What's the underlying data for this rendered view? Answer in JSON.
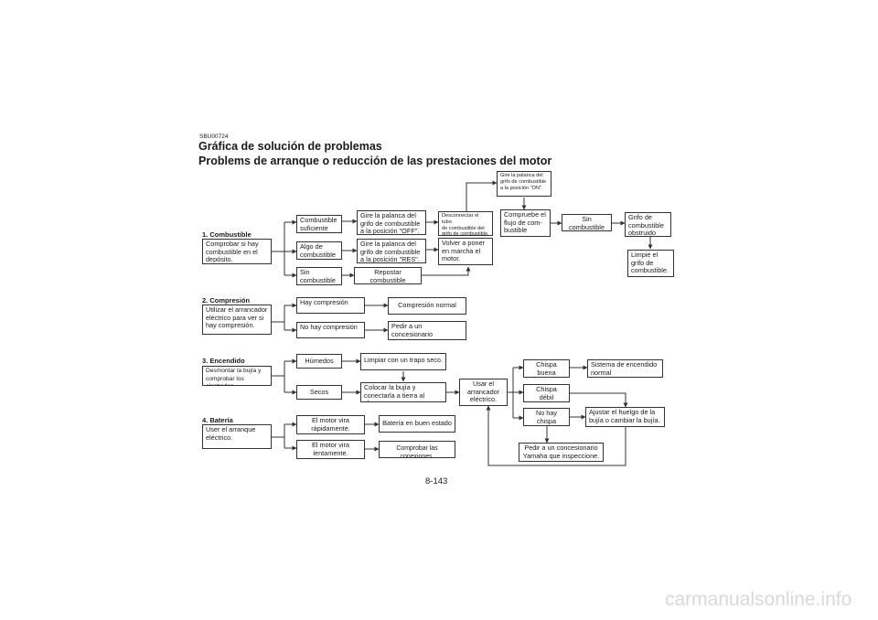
{
  "header": {
    "code": "SBU00724",
    "title": "Gráfica de solución de problemas",
    "subtitle": "Problems de arranque o reducción de las prestaciones del motor"
  },
  "sections": {
    "combustible": "1. Combustible",
    "compresion": "2. Compresión",
    "encendido": "3. Encendido",
    "bateria": "4. Batería"
  },
  "boxes": {
    "comprobar_deposito": "Comprobar si hay\ncombustible en el\ndepósito.",
    "comb_suficiente": "Combustible\nsuficiente",
    "algo_comb": "Algo de\ncombustible",
    "sin_comb": "Sin\ncombustible",
    "gire_off": "Gire la palanca del\ngrifo  de combustible\na la posición \"OFF\".",
    "gire_res": "Gire la palanca del\ngrifo de combustible\na la posición \"RES\".",
    "repostar": "Repostar\ncombustible",
    "desconectar": "Desconnectar el tubo\nde combustible del\ngrifo de combustible.",
    "volver": "Volver a poner\nen marcha el\nmotor.",
    "gire_on": "Gire la palanca del\ngrifo de combustible\na la posición \"ON\".",
    "compruebe_flujo": "Compruebe  el\nflujo  de  com-\nbustible",
    "sin_comb2": "Sin\ncombustible",
    "grifo_obstruido": "Grifo de\ncombustible\nobstruido",
    "limpie_grifo": "Limpie el\ngrifo de\ncombustible.",
    "utilizar_arrancador": "Utilizar  el arrancador\neléctrico para ver si\nhay compresión.",
    "hay_compresion": "Hay compresión",
    "no_hay_compresion": "No hay compresión",
    "compresion_normal": "Compresión normal",
    "pedir_conc1": "Pedir a un concesionario\nYamaha que inspeccione.",
    "desmontar_bujia": "Desmontar   la   bujía  y\ncomprobar los electrodos",
    "humedos": "Húmedos",
    "secos": "Secos",
    "limpiar_trapo": "Limpiar con un trapo seco.",
    "colocar_bujia": "Colocar la bujía y\nconectarla a tierra al chasis.",
    "usar_arrancador": "Usar el\narrancador\neléctrico.",
    "chispa_buena": "Chispa\nbuena",
    "chispa_debil": "Chispa\ndébil",
    "no_hay_chispa": "No  hay\nchispa",
    "sistema_normal": "Sistema de encendido\nnormal",
    "ajustar_huelgo": "Ajustar  el  huelgo  de la\nbujía o cambiar la bujía.",
    "pedir_conc2": "Pedir a un concesionario\nYamaha que inspeccione.",
    "usar_arranque": "User el arranque\neléctrico.",
    "motor_rapido": "El motor vira\nrápidamente.",
    "motor_lento": "El motor vira\nlentamente.",
    "bateria_buen_estado": "Batería en buen estado",
    "comprobar_conexiones": "Comprobar las conexiones."
  },
  "footer": {
    "page_number": "8-143",
    "watermark": "carmanualsonline.info"
  }
}
